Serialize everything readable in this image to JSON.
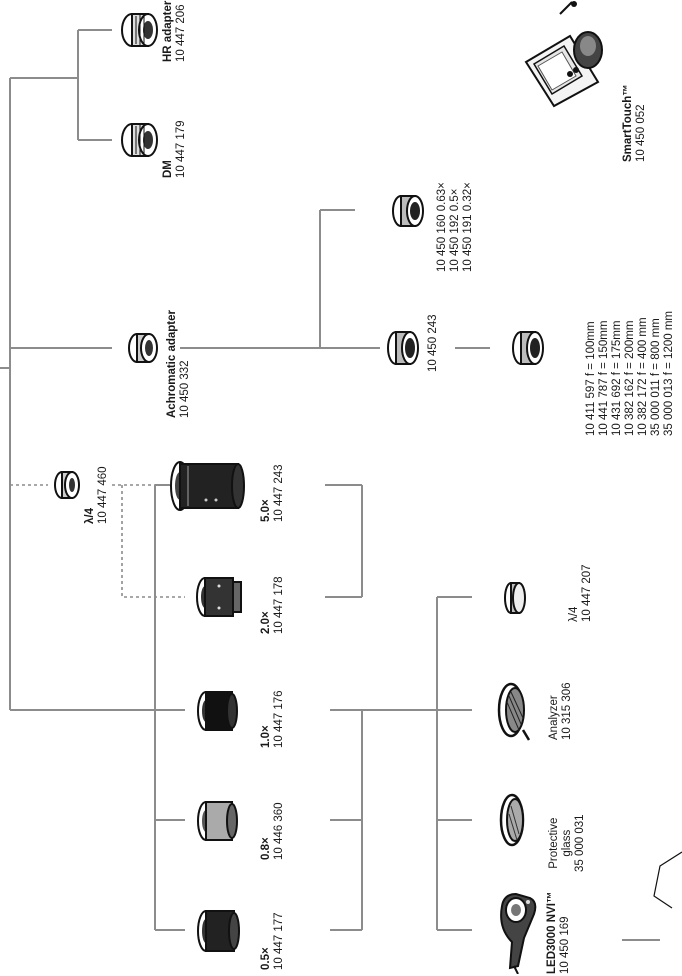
{
  "colors": {
    "line": "#8c8c8c",
    "ink": "#1a1a1a",
    "dotted": "#8c8c8c"
  },
  "items": {
    "hr_adapter": {
      "name": "HR adapter",
      "code": "10 447 206",
      "icon": "adapter-icon"
    },
    "dm": {
      "name": "DM",
      "code": "10 447 179",
      "icon": "adapter-icon"
    },
    "smarttouch": {
      "name": "SmartTouch™",
      "code": "10 450 052",
      "icon": "controller-icon"
    },
    "achromatic_adapter": {
      "name": "Achromatic adapter",
      "code": "10 450 332",
      "icon": "adapter-icon"
    },
    "reducers": {
      "lines": [
        "10 450 160  0.63×",
        "10 450 192  0.5×",
        "10 450 191  0.32×"
      ],
      "icon": "lens-icon"
    },
    "lens_243": {
      "code": "10 450 243",
      "icon": "lens-icon"
    },
    "focal_lenses": {
      "lines": [
        "10 411 597   f = 100mm",
        "10 441 787   f = 150mm",
        "10 431 692   f = 175mm",
        "10 382 162   f = 200mm",
        "10 382 172   f = 400 mm",
        "35 000 011   f = 800 mm",
        "35 000 013   f = 1200 mm"
      ],
      "icon": "lens-icon"
    },
    "lambda_top": {
      "name": "λ/4",
      "code": "10 447 460",
      "icon": "filter-icon"
    },
    "obj_5x": {
      "name": "5.0×",
      "code": "10 447 243",
      "icon": "objective-icon"
    },
    "obj_2x": {
      "name": "2.0×",
      "code": "10 447 178",
      "icon": "objective-icon"
    },
    "obj_1x": {
      "name": "1.0×",
      "code": "10 447 176",
      "icon": "objective-icon"
    },
    "obj_08x": {
      "name": "0.8×",
      "code": "10 446 360",
      "icon": "objective-icon"
    },
    "obj_05x": {
      "name": "0.5×",
      "code": "10 447 177",
      "icon": "objective-icon"
    },
    "lambda_bottom": {
      "name": "λ/4",
      "code": "10 447 207",
      "icon": "filter-icon"
    },
    "analyzer": {
      "name": "Analyzer",
      "code": "10 315 306",
      "icon": "filter-icon"
    },
    "protective_glass": {
      "name_line1": "Protective",
      "name_line2": "glass",
      "code": "35 000 031",
      "icon": "filter-icon"
    },
    "led3000": {
      "name": "LED3000 NVI™",
      "code": "10 450 169",
      "icon": "illuminator-icon"
    }
  }
}
